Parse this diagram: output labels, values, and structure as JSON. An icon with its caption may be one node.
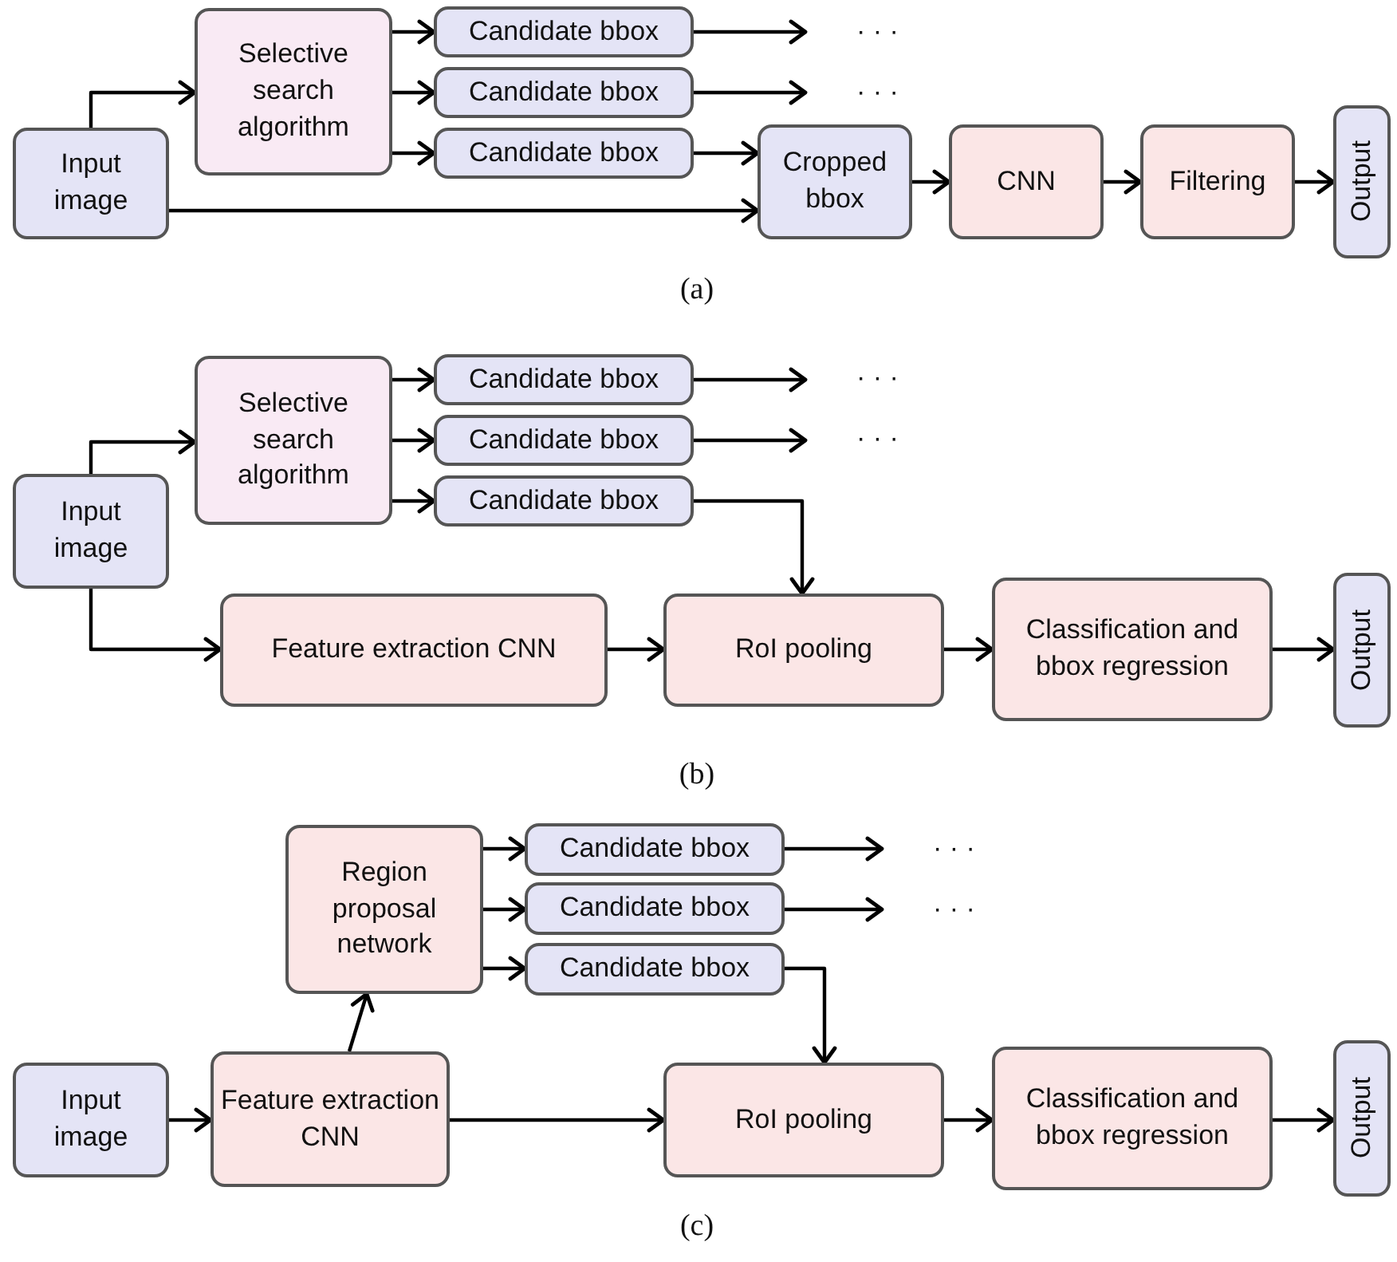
{
  "diagram": {
    "nodes": [
      {
        "text": [
          "Input image"
        ]
      },
      {
        "text": [
          "Selective search algorithm"
        ]
      },
      {
        "text": [
          "Candidate bbox"
        ]
      },
      {
        "text": [
          "Candidate bbox"
        ]
      },
      {
        "text": [
          "Candidate bbox"
        ]
      },
      {
        "text": [
          "· · ·"
        ]
      },
      {
        "text": [
          "· · ·"
        ]
      },
      {
        "text": [
          "Cropped bbox"
        ]
      },
      {
        "text": [
          "CNN"
        ]
      },
      {
        "text": [
          "Filtering"
        ]
      },
      {
        "text": [
          "Output"
        ]
      },
      {
        "text": [
          "Input image"
        ]
      },
      {
        "text": [
          "Selective search algorithm"
        ]
      },
      {
        "text": [
          "Candidate bbox"
        ]
      },
      {
        "text": [
          "Candidate bbox"
        ]
      },
      {
        "text": [
          "Candidate bbox"
        ]
      },
      {
        "text": [
          "· · ·"
        ]
      },
      {
        "text": [
          "· · ·"
        ]
      },
      {
        "text": [
          "Feature extraction CNN"
        ]
      },
      {
        "text": [
          "RoI pooling"
        ]
      },
      {
        "text": [
          "Classification and bbox regression"
        ]
      },
      {
        "text": [
          "Output"
        ]
      },
      {
        "text": [
          "Input image"
        ]
      },
      {
        "text": [
          "Feature extraction CNN"
        ]
      },
      {
        "text": [
          "Region proposal network"
        ]
      },
      {
        "text": [
          "Candidate bbox"
        ]
      },
      {
        "text": [
          "Candidate bbox"
        ]
      },
      {
        "text": [
          "Candidate bbox"
        ]
      },
      {
        "text": [
          "· · ·"
        ]
      },
      {
        "text": [
          "· · ·"
        ]
      },
      {
        "text": [
          "RoI pooling"
        ]
      },
      {
        "text": [
          "Classification and bbox regression"
        ]
      },
      {
        "text": [
          "Output"
        ]
      }
    ],
    "edges": [
      {
        "from": 0,
        "to": 1,
        "arrow": "to"
      },
      {
        "from": 1,
        "to": 2,
        "arrow": "to"
      },
      {
        "from": 1,
        "to": 3,
        "arrow": "to"
      },
      {
        "from": 1,
        "to": 4,
        "arrow": "to"
      },
      {
        "from": 2,
        "to": 5,
        "arrow": "to"
      },
      {
        "from": 3,
        "to": 6,
        "arrow": "to"
      },
      {
        "from": 4,
        "to": 7,
        "arrow": "to"
      },
      {
        "from": 0,
        "to": 7,
        "arrow": "to"
      },
      {
        "from": 7,
        "to": 8,
        "arrow": "to"
      },
      {
        "from": 8,
        "to": 9,
        "arrow": "to"
      },
      {
        "from": 9,
        "to": 10,
        "arrow": "to"
      },
      {
        "from": 11,
        "to": 12,
        "arrow": "to"
      },
      {
        "from": 11,
        "to": 18,
        "arrow": "to"
      },
      {
        "from": 12,
        "to": 13,
        "arrow": "to"
      },
      {
        "from": 12,
        "to": 14,
        "arrow": "to"
      },
      {
        "from": 12,
        "to": 15,
        "arrow": "to"
      },
      {
        "from": 13,
        "to": 16,
        "arrow": "to"
      },
      {
        "from": 14,
        "to": 17,
        "arrow": "to"
      },
      {
        "from": 15,
        "to": 19,
        "arrow": "to"
      },
      {
        "from": 18,
        "to": 19,
        "arrow": "to"
      },
      {
        "from": 19,
        "to": 20,
        "arrow": "to"
      },
      {
        "from": 20,
        "to": 21,
        "arrow": "to"
      },
      {
        "from": 22,
        "to": 23,
        "arrow": "to"
      },
      {
        "from": 23,
        "to": 24,
        "arrow": "to"
      },
      {
        "from": 24,
        "to": 25,
        "arrow": "to"
      },
      {
        "from": 24,
        "to": 26,
        "arrow": "to"
      },
      {
        "from": 24,
        "to": 27,
        "arrow": "to"
      },
      {
        "from": 25,
        "to": 28,
        "arrow": "to"
      },
      {
        "from": 26,
        "to": 29,
        "arrow": "to"
      },
      {
        "from": 27,
        "to": 30,
        "arrow": "to"
      },
      {
        "from": 23,
        "to": 30,
        "arrow": "to"
      },
      {
        "from": 30,
        "to": 31,
        "arrow": "to"
      },
      {
        "from": 31,
        "to": 32,
        "arrow": "to"
      }
    ],
    "labels": [
      "(a)",
      "(b)",
      "(c)"
    ]
  }
}
